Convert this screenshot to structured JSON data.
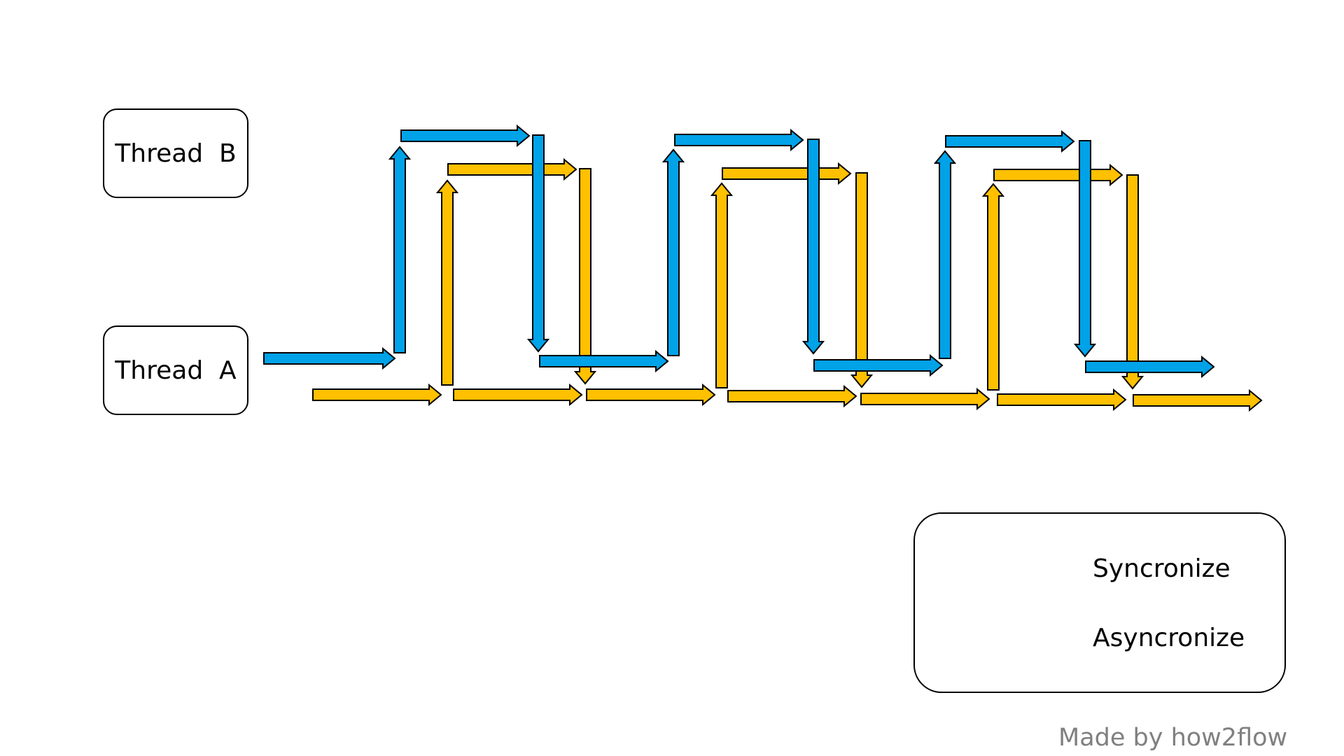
{
  "threads": {
    "b": "Thread  B",
    "a": "Thread  A"
  },
  "legend": {
    "sync": "Syncronize",
    "async": "Asyncronize"
  },
  "credit": "Made by how2flow",
  "colors": {
    "sync": "#00a2e8",
    "async": "#ffc000",
    "outline": "#000000"
  }
}
